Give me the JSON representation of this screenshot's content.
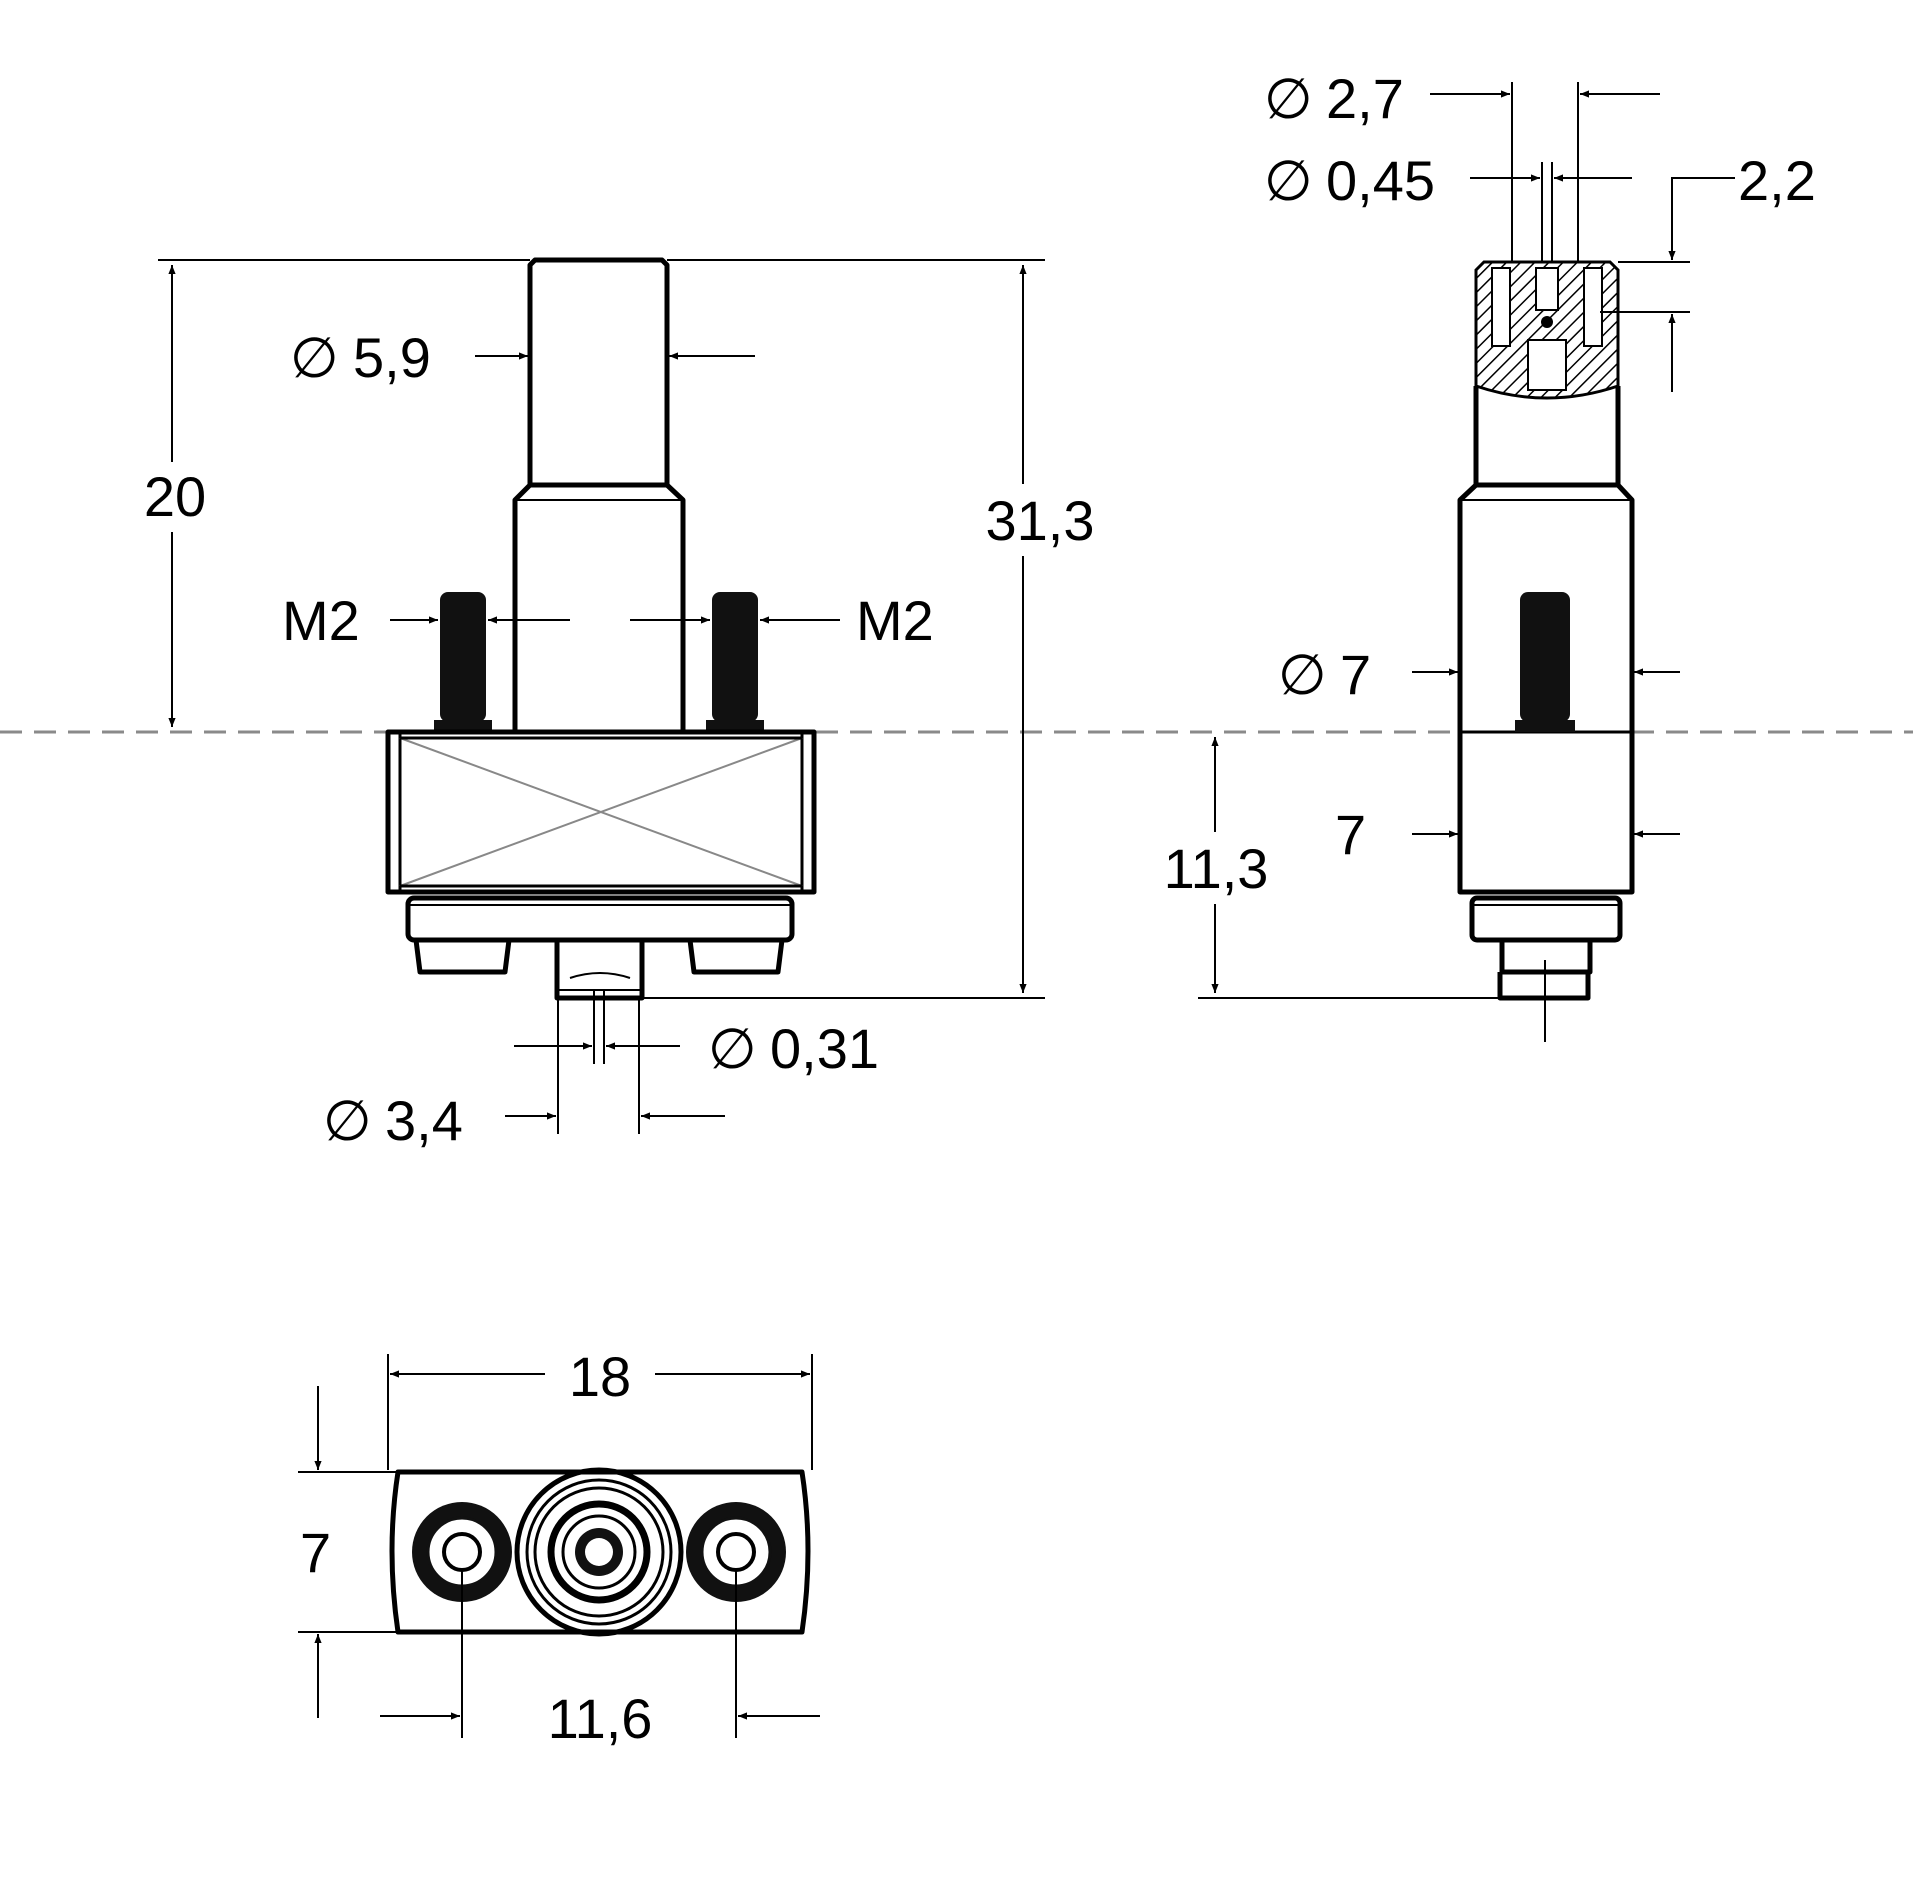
{
  "dimensions": {
    "height_20": "20",
    "height_31_3": "31,3",
    "dia_5_9": "5,9",
    "thread_left": "M2",
    "thread_right": "M2",
    "dia_0_31": "0,31",
    "dia_3_4": "3,4",
    "dia_2_7": "2,7",
    "dia_0_45": "0,45",
    "len_2_2": "2,2",
    "dia_7": "7",
    "width_7_side": "7",
    "height_11_3": "11,3",
    "width_18": "18",
    "height_7_bottom": "7",
    "pitch_11_6": "11,6"
  },
  "symbols": {
    "diameter": "∅"
  }
}
